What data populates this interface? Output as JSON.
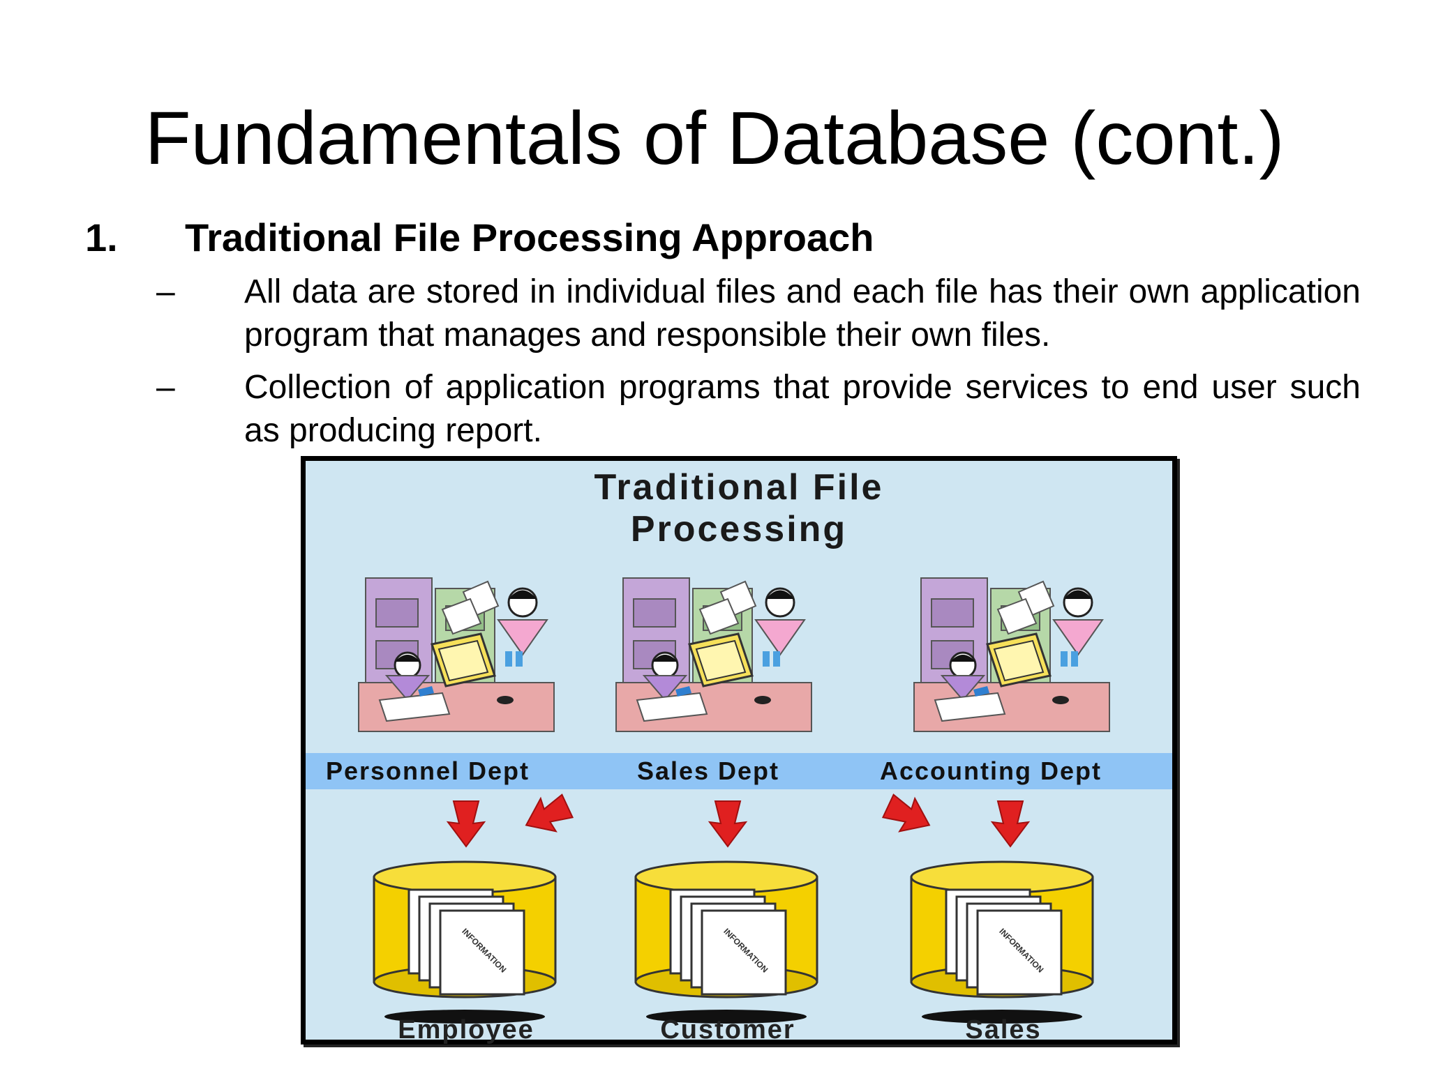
{
  "slide": {
    "title": "Fundamentals of Database (cont.)",
    "section": {
      "number": "1.",
      "heading": "Traditional File Processing Approach"
    },
    "bullets": [
      {
        "marker": "–",
        "text": "All data are stored in individual files and each file has their own application program that manages and responsible their own files."
      },
      {
        "marker": "–",
        "text": "Collection of application programs that provide services to end user such as producing report."
      }
    ]
  },
  "figure": {
    "title_line1": "Traditional File",
    "title_line2": "Processing",
    "departments": [
      "Personnel Dept",
      "Sales Dept",
      "Accounting Dept"
    ],
    "stores": [
      "Employee",
      "Customer",
      "Sales"
    ],
    "document_label": "INFORMATION",
    "colors": {
      "background": "#cfe6f2",
      "band": "#8fc4f5",
      "cylinder": "#f4d000",
      "arrow": "#e02020"
    }
  }
}
